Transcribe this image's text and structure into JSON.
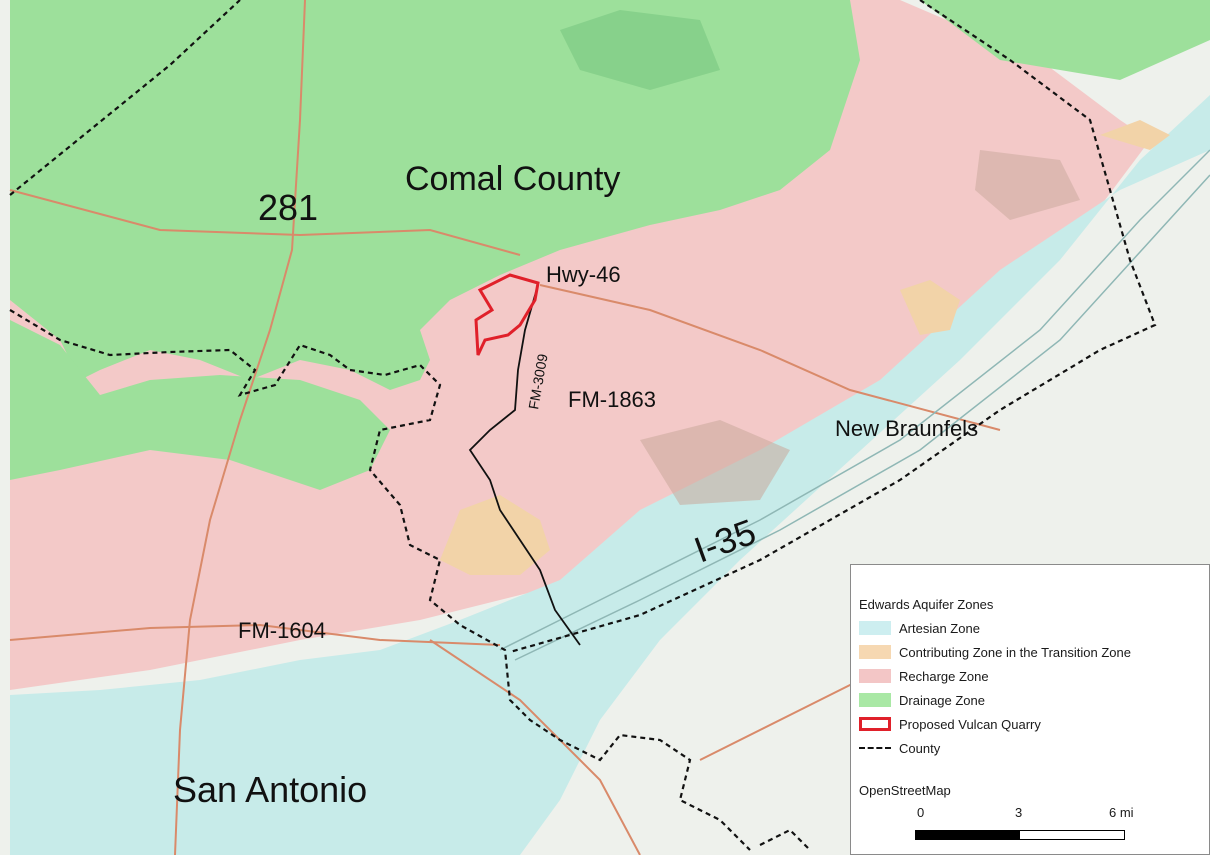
{
  "map": {
    "labels": {
      "county": "Comal County",
      "hwy281": "281",
      "hwy46": "Hwy-46",
      "fm3009": "FM-3009",
      "fm1863": "FM-1863",
      "new_braunfels": "New Braunfels",
      "i35": "I-35",
      "fm1604": "FM-1604",
      "san_antonio": "San Antonio"
    },
    "colors": {
      "drainage": "#9be09a",
      "recharge": "#f3c9c8",
      "artesian": "#c7ebe9",
      "contributing": "#f2d3a8",
      "quarry": "#e0202a",
      "county_line": "#111111",
      "road": "#d98a6a"
    }
  },
  "legend": {
    "title": "Edwards Aquifer Zones",
    "items": [
      {
        "label": "Artesian Zone",
        "color": "#cdeef0",
        "style": "fill"
      },
      {
        "label": "Contributing Zone in the Transition Zone",
        "color": "#f6d8b2",
        "style": "fill"
      },
      {
        "label": "Recharge Zone",
        "color": "#f3c6c6",
        "style": "fill"
      },
      {
        "label": "Drainage Zone",
        "color": "#a9e8a5",
        "style": "fill"
      },
      {
        "label": "Proposed Vulcan Quarry",
        "color": "#e0202a",
        "style": "outline"
      },
      {
        "label": "County",
        "color": "#111111",
        "style": "dashed"
      }
    ],
    "basemap": "OpenStreetMap",
    "scale": {
      "ticks": [
        "0",
        "3",
        "6 mi"
      ]
    }
  }
}
